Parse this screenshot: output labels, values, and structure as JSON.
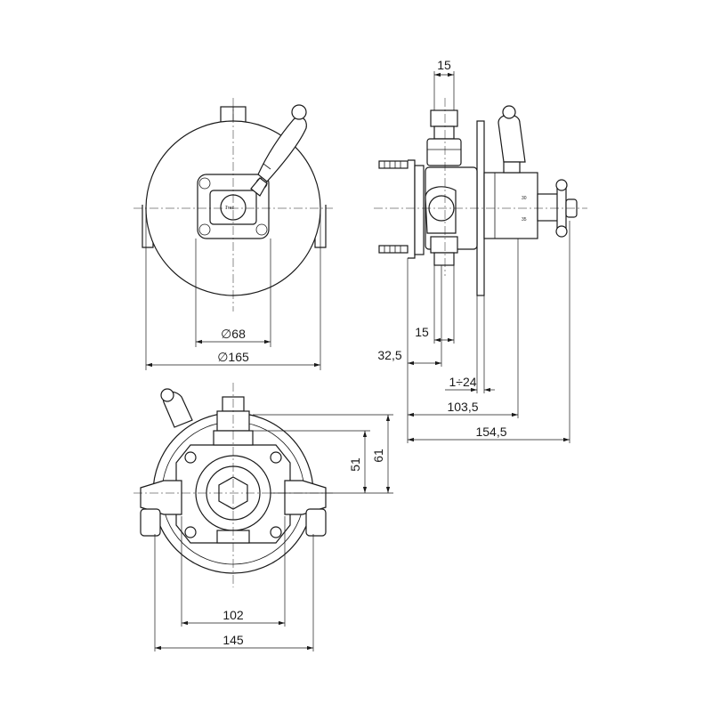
{
  "dimensions": {
    "front_inner_diameter": "∅68",
    "front_outer_diameter": "∅165",
    "top_pipe": "15",
    "bottom_pipe": "15",
    "wall_offset": "32,5",
    "adjust_range": "1÷24",
    "body_depth": "103,5",
    "total_depth": "154,5",
    "rear_height_inner": "51",
    "rear_height_outer": "61",
    "rear_width_inner": "102",
    "rear_width_outer": "145"
  },
  "brand_mark": "Tres",
  "scale_marks": [
    "30",
    "35"
  ]
}
